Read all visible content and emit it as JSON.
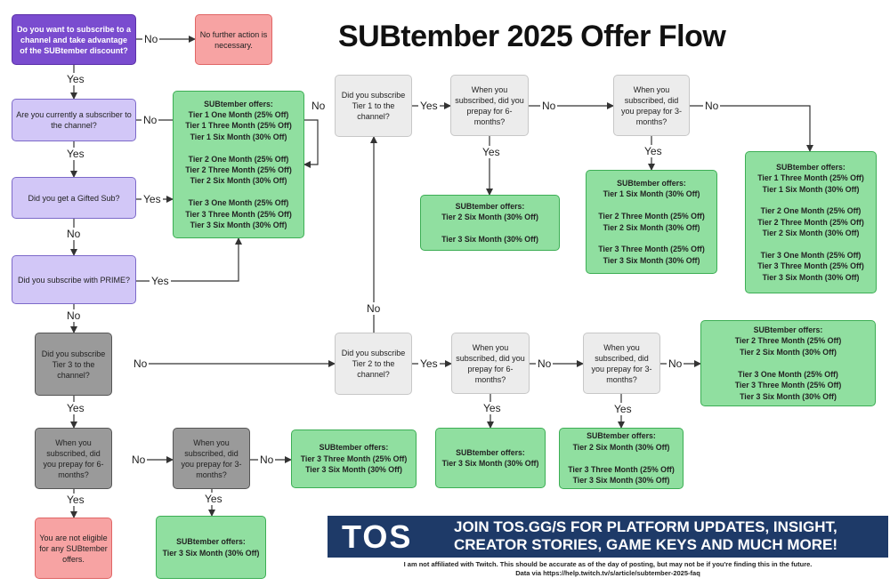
{
  "title": "SUBtember 2025 Offer Flow",
  "nodes": {
    "q_subscribe": "Do you want to subscribe to a channel and take advantage of the SUBtember discount?",
    "no_action": "No further action is necessary.",
    "q_current": "Are you currently a subscriber to the channel?",
    "q_gifted": "Did you get a Gifted Sub?",
    "q_prime": "Did you subscribe with PRIME?",
    "offers_all": "SUBtember offers:\nTier 1 One Month (25% Off)\nTier 1 Three Month (25% Off)\nTier 1 Six Month (30% Off)\n\nTier 2 One Month (25% Off)\nTier 2 Three Month (25% Off)\nTier 2 Six Month (30% Off)\n\nTier 3 One Month (25% Off)\nTier 3 Three Month (25% Off)\nTier 3 Six Month (30% Off)",
    "q_tier1": "Did you subscribe Tier 1 to the channel?",
    "q_t1_6m": "When you subscribed, did you prepay for 6-months?",
    "offers_t1_6m": "SUBtember offers:\nTier 2 Six Month (30% Off)\n\nTier 3 Six Month (30% Off)",
    "q_t1_3m": "When you subscribed, did you prepay for 3-months?",
    "offers_t1_3m": "SUBtember offers:\nTier 1 Six Month (30% Off)\n\nTier 2 Three Month (25% Off)\nTier 2 Six Month (30% Off)\n\nTier 3 Three Month (25% Off)\nTier 3 Six Month (30% Off)",
    "offers_t1_none": "SUBtember offers:\nTier 1 Three Month (25% Off)\nTier 1 Six Month (30% Off)\n\nTier 2 One Month (25% Off)\nTier 2 Three Month (25% Off)\nTier 2 Six Month (30% Off)\n\nTier 3 One Month (25% Off)\nTier 3 Three Month (25% Off)\nTier 3 Six Month (30% Off)",
    "q_tier3": "Did you subscribe Tier 3 to the channel?",
    "q_tier2": "Did you subscribe Tier 2 to the channel?",
    "q_t2_6m": "When you subscribed, did you prepay for 6-months?",
    "offers_t2_6m": "SUBtember offers:\nTier 3 Six Month (30% Off)",
    "q_t2_3m": "When you subscribed, did you prepay for 3-months?",
    "offers_t2_3m": "SUBtember offers:\nTier 2 Six Month (30% Off)\n\nTier 3 Three Month (25% Off)\nTier 3 Six Month (30% Off)",
    "offers_t2_none": "SUBtember offers:\nTier 2 Three Month (25% Off)\nTier 2 Six Month (30% Off)\n\nTier 3 One Month (25% Off)\nTier 3 Three Month (25% Off)\nTier 3 Six Month (30% Off)",
    "q_t3_6m": "When you subscribed, did you prepay for 6-months?",
    "not_eligible": "You are not eligible for any SUBtember offers.",
    "q_t3_3m": "When you subscribed, did you prepay for 3-months?",
    "offers_t3_3m": "SUBtember offers:\nTier 3 Six Month (30% Off)",
    "offers_t3_none": "SUBtember offers:\nTier 3 Three Month (25% Off)\nTier 3 Six Month (30% Off)"
  },
  "edge_labels": {
    "yes": "Yes",
    "no": "No"
  },
  "banner": {
    "logo": "TOS",
    "text": "JOIN TOS.GG/S FOR PLATFORM UPDATES, INSIGHT, CREATOR STORIES, GAME KEYS AND MUCH MORE!"
  },
  "disclaimer": "I am not affiliated with Twitch. This should be accurate as of the day of posting, but may not be if you're finding this in the future.",
  "source": "Data via https://help.twitch.tv/s/article/subtember-2025-faq"
}
